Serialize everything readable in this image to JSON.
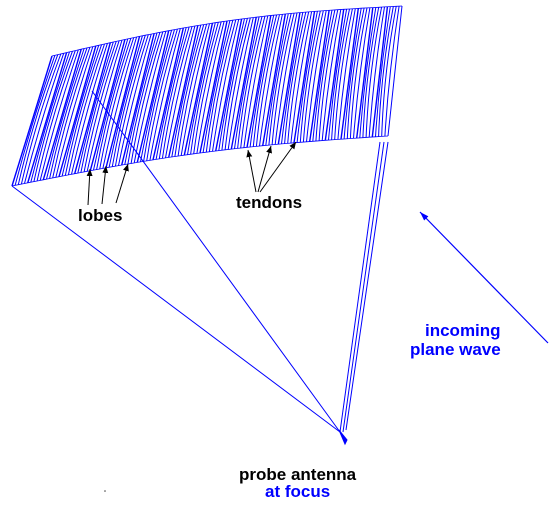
{
  "colors": {
    "structure": "#0000ff",
    "annotation": "#000000",
    "background": "#ffffff"
  },
  "labels": {
    "lobes": "lobes",
    "tendons": "tendons",
    "incoming_line1": "incoming",
    "incoming_line2": "plane wave",
    "probe_line1": "probe antenna",
    "probe_line2": "at focus"
  }
}
